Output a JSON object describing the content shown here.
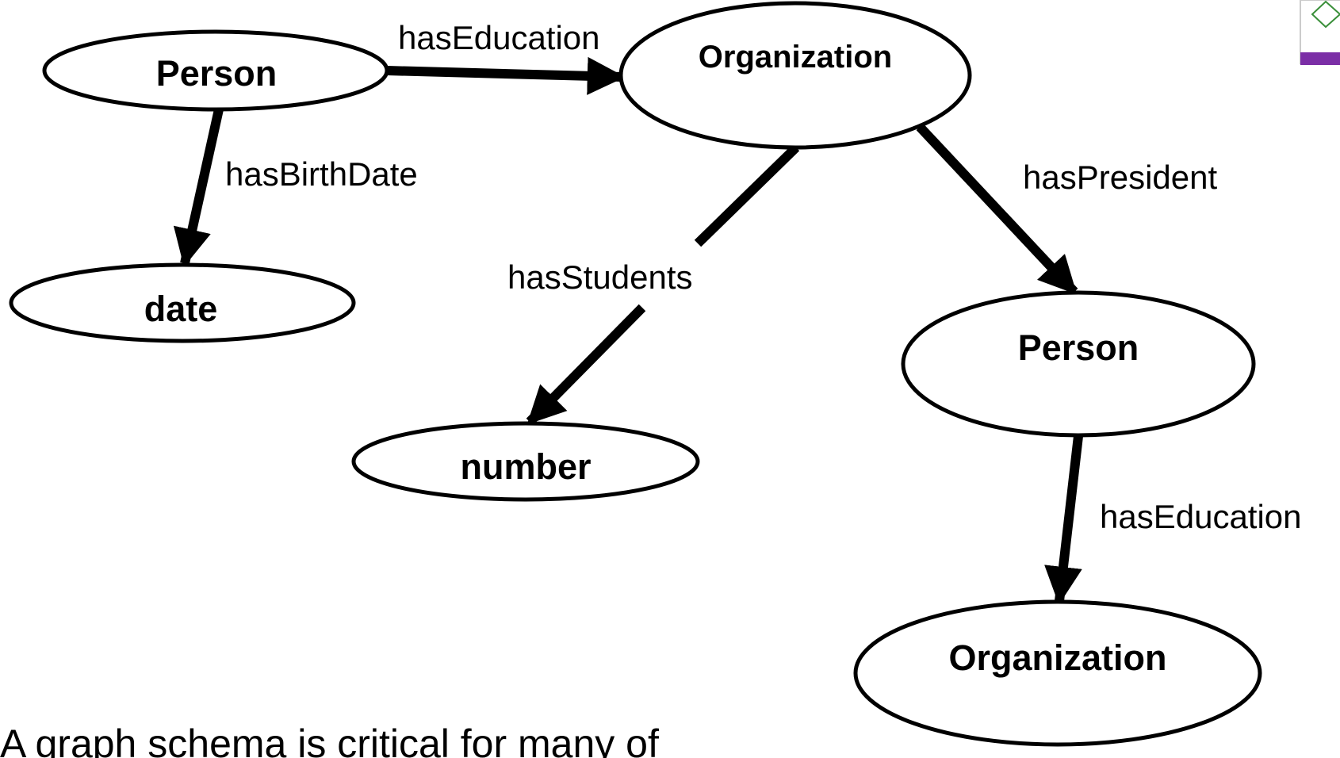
{
  "colors": {
    "ink": "#000000",
    "background": "#ffffff",
    "corner_accent": "#7b2ea6",
    "corner_logo_frame": "#3a8f3a"
  },
  "nodes": [
    {
      "id": "person-1",
      "label": "Person"
    },
    {
      "id": "organization-1",
      "label": "Organization"
    },
    {
      "id": "date",
      "label": "date"
    },
    {
      "id": "number",
      "label": "number"
    },
    {
      "id": "person-2",
      "label": "Person"
    },
    {
      "id": "organization-2",
      "label": "Organization"
    }
  ],
  "edges": [
    {
      "id": "person-org-edge",
      "from": "person-1",
      "to": "organization-1",
      "label": "hasEducation"
    },
    {
      "id": "person-date-edge",
      "from": "person-1",
      "to": "date",
      "label": "hasBirthDate"
    },
    {
      "id": "org-number-edge",
      "from": "organization-1",
      "to": "number",
      "label": "hasStudents"
    },
    {
      "id": "org-person-edge",
      "from": "organization-1",
      "to": "person-2",
      "label": "hasPresident"
    },
    {
      "id": "person2-org2-edge",
      "from": "person-2",
      "to": "organization-2",
      "label": "hasEducation"
    }
  ],
  "caption": "A graph schema is critical for many of"
}
